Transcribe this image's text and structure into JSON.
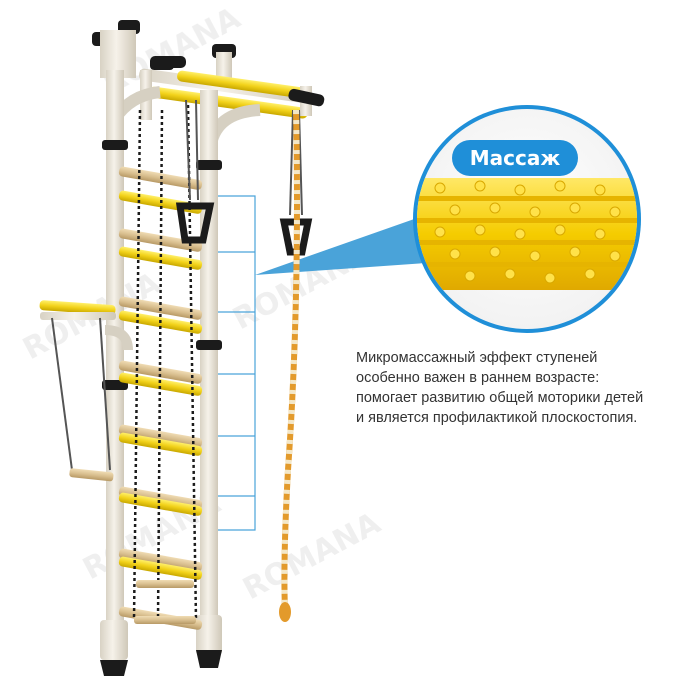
{
  "colors": {
    "frame": "#ece7dc",
    "rung_yellow": "#f2d21a",
    "rung_wood": "#d9bf8f",
    "black": "#1b1b1b",
    "connector_blue": "#4aa3d9",
    "callout_fill": "#1f8fd8",
    "massage_yellow": "#f5cc00",
    "rope_orange": "#e39a2b"
  },
  "callout": {
    "title": "Массаж",
    "icon": "massage-rung-closeup"
  },
  "caption": {
    "lines": [
      "Микромассажный эффект ступеней",
      "особенно важен в раннем возрасте:",
      "помогает развитию общей моторики детей",
      "и является профилактикой плоскостопия."
    ]
  },
  "watermark": "ROMANA"
}
